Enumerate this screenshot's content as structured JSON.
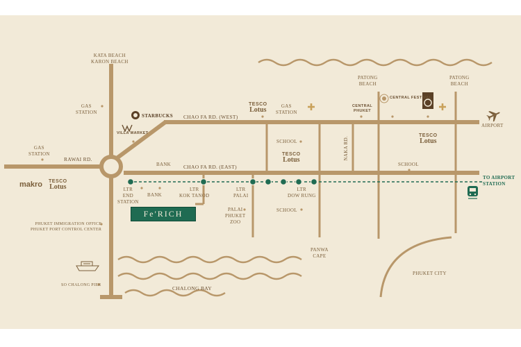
{
  "colors": {
    "background": "#f2ead8",
    "road": "#b8976a",
    "rail": "#1f6b52",
    "text": "#7a5e3a",
    "badge_bg": "#1f6b52"
  },
  "labels": {
    "kata_beach": "KATA BEACH",
    "karon_beach": "KARON BEACH",
    "gas_station_1": "GAS",
    "gas_station_1b": "STATION",
    "gas_station_2": "GAS",
    "gas_station_2b": "STATION",
    "gas_station_3": "GAS",
    "gas_station_3b": "STATION",
    "starbucks": "STARBUCKS",
    "villa_market": "VILLA MARKET",
    "rawai_rd": "RAWAI RD.",
    "chao_fa_west": "CHAO FA RD. (WEST)",
    "chao_fa_east": "CHAO FA RD. (EAST)",
    "bank_1": "BANK",
    "bank_2": "BANK",
    "school_1": "SCHOOL",
    "school_2": "SCHOOL",
    "school_3": "SCHOOL",
    "naka_rd": "NAKA RD.",
    "patong_beach_1": "PATONG",
    "patong_beach_1b": "BEACH",
    "patong_beach_2": "PATONG",
    "patong_beach_2b": "BEACH",
    "central_phuket_1": "CENTRAL",
    "central_phuket_2": "PHUKET",
    "central_festival": "CENTRAL FESTIVAL",
    "airport": "AIRPORT",
    "to_airport_station_1": "TO AIRPORT",
    "to_airport_station_2": "STATION",
    "ltr_end_1": "LTR",
    "ltr_end_2": "END",
    "ltr_end_3": "STATION",
    "ltr_kok_tanod_1": "LTR",
    "ltr_kok_tanod_2": "KOK TANOD",
    "ltr_palai_1": "LTR",
    "ltr_palai_2": "PALAI",
    "ltr_dow_rung_1": "LTR",
    "ltr_dow_rung_2": "DOW RUNG",
    "palai_zoo_1": "PALAI",
    "palai_zoo_2": "PHUKET",
    "palai_zoo_3": "ZOO",
    "panwa_cape_1": "PANWA",
    "panwa_cape_2": "CAPE",
    "phuket_city": "PHUKET CITY",
    "immigration_1": "PHUKET IMMIGRATION OFFICE",
    "immigration_2": "PHUKET PORT CONTROL CENTER",
    "chalong_pier": "SO CHALONG PIER",
    "chalong_bay": "CHALONG BAY",
    "ferich": "Fe'RICH"
  },
  "brands": {
    "tesco_1a": "TESCO",
    "tesco_1b": "Lotus",
    "tesco_2a": "TESCO",
    "tesco_2b": "Lotus",
    "tesco_3a": "TESCO",
    "tesco_3b": "Lotus",
    "makro_a": "makro",
    "makro_b1": "TESCO",
    "makro_b2": "Lotus"
  },
  "icons": [
    "airplane-icon",
    "train-icon",
    "boat-icon",
    "plus-icon",
    "starbucks-icon",
    "villa-market-icon",
    "central-festival-icon",
    "roundabout-icon"
  ]
}
